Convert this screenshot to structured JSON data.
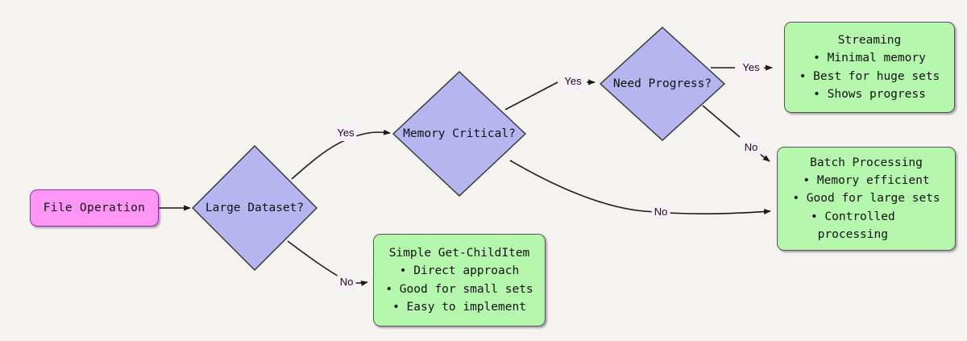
{
  "diagram": {
    "type": "flowchart",
    "direction": "left-to-right",
    "background_color": "#f4f3f0",
    "colors": {
      "process_fill": "#ff96f5",
      "process_border": "#9c27b0",
      "decision_fill": "#b7b5ef",
      "decision_border": "#333333",
      "result_fill": "#b6f7ae",
      "result_border": "#555555",
      "edge_label_bg": "#fbeefb",
      "edge_stroke": "#1a1a1a"
    },
    "nodes": {
      "file_operation": {
        "label": "File Operation",
        "shape": "rounded-rect"
      },
      "large_dataset": {
        "label": "Large Dataset?",
        "shape": "diamond"
      },
      "memory_critical": {
        "label": "Memory Critical?",
        "shape": "diamond"
      },
      "need_progress": {
        "label": "Need Progress?",
        "shape": "diamond"
      },
      "streaming": {
        "title": "Streaming",
        "shape": "rounded-rect",
        "bullets": [
          "Minimal memory",
          "Best for huge sets",
          "Shows progress"
        ]
      },
      "batch_processing": {
        "title": "Batch Processing",
        "shape": "rounded-rect",
        "bullets": [
          "Memory efficient",
          "Good for large sets",
          "Controlled processing"
        ]
      },
      "simple_get_childitem": {
        "title": "Simple Get-ChildItem",
        "shape": "rounded-rect",
        "bullets": [
          "Direct approach",
          "Good for small sets",
          "Easy to implement"
        ]
      }
    },
    "edge_labels": {
      "large_dataset_yes": "Yes",
      "large_dataset_no": "No",
      "memory_critical_yes": "Yes",
      "memory_critical_no": "No",
      "need_progress_yes": "Yes",
      "need_progress_no": "No"
    }
  }
}
